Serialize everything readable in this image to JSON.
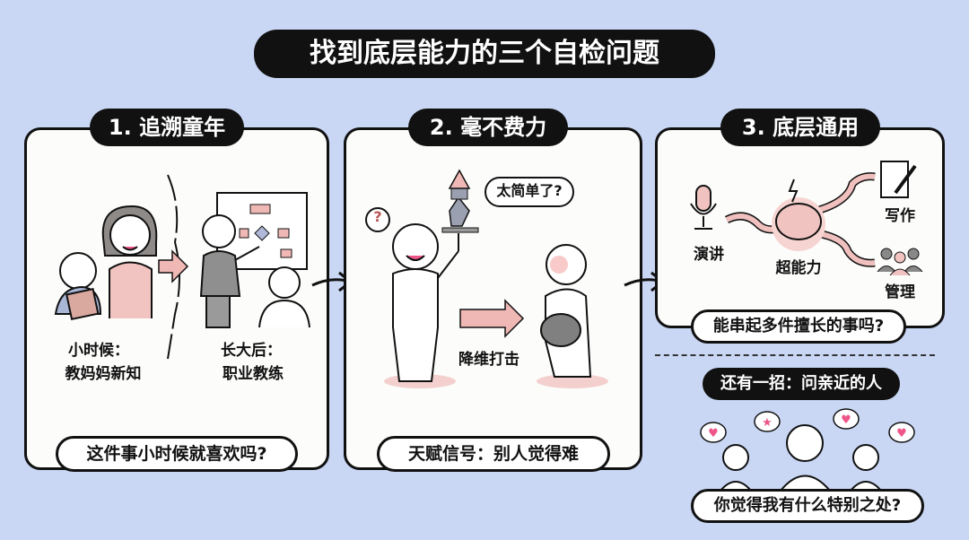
{
  "title": "找到底层能力的三个自检问题",
  "panels": [
    {
      "label": "1. 追溯童年",
      "caption": "这件事小时候就喜欢吗?",
      "left_heading": "小时候：",
      "left_text": "教妈妈新知",
      "right_heading": "长大后：",
      "right_text": "职业教练"
    },
    {
      "label": "2. 毫不费力",
      "caption": "天赋信号：别人觉得难",
      "bubble_question": "?",
      "speech": "太简单了?",
      "arrow_label": "降维打击"
    },
    {
      "label": "3. 底层通用",
      "caption": "能串起多件擅长的事吗?",
      "center": "超能力",
      "skills": [
        "演讲",
        "写作",
        "管理"
      ]
    }
  ],
  "extra": {
    "label": "还有一招：问亲近的人",
    "caption": "你觉得我有什么特别之处?"
  },
  "colors": {
    "background": "#c9d7f4",
    "accent_pink": "#efb8b5",
    "ink": "#111111"
  }
}
